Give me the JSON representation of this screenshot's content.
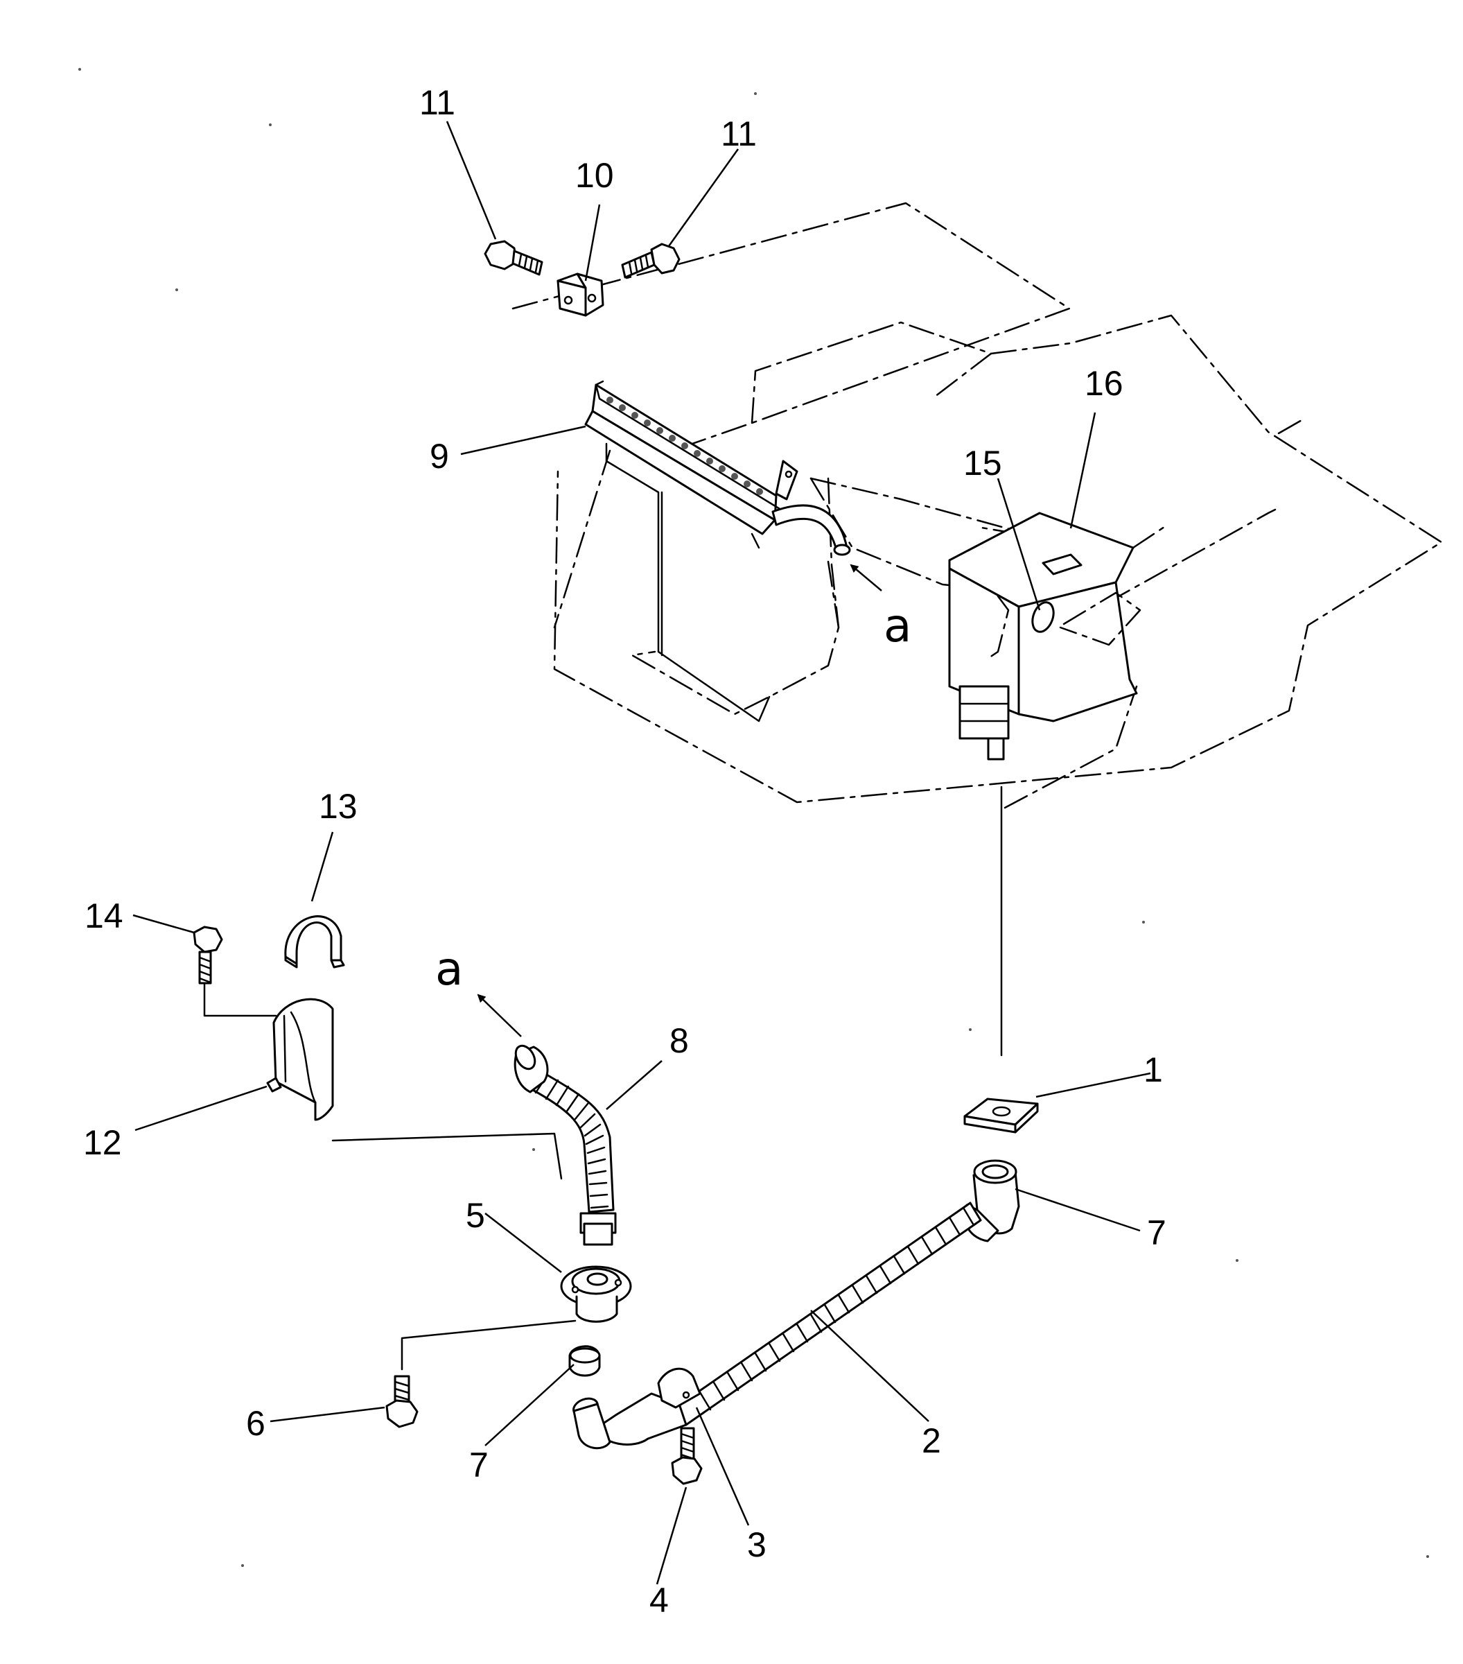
{
  "drawing": {
    "description_colors": {
      "ink": "#000000",
      "paper": "#ffffff"
    },
    "callouts": {
      "c1": "1",
      "c2": "2",
      "c3": "3",
      "c4": "4",
      "c5": "5",
      "c6": "6",
      "c7_lower": "7",
      "c7_right": "7",
      "c8": "8",
      "c9": "9",
      "c10": "10",
      "c11_left": "11",
      "c11_right": "11",
      "c12": "12",
      "c13": "13",
      "c14": "14",
      "c15": "15",
      "c16": "16"
    },
    "connection_labels": {
      "a_upper": "a",
      "a_lower": "a"
    }
  }
}
